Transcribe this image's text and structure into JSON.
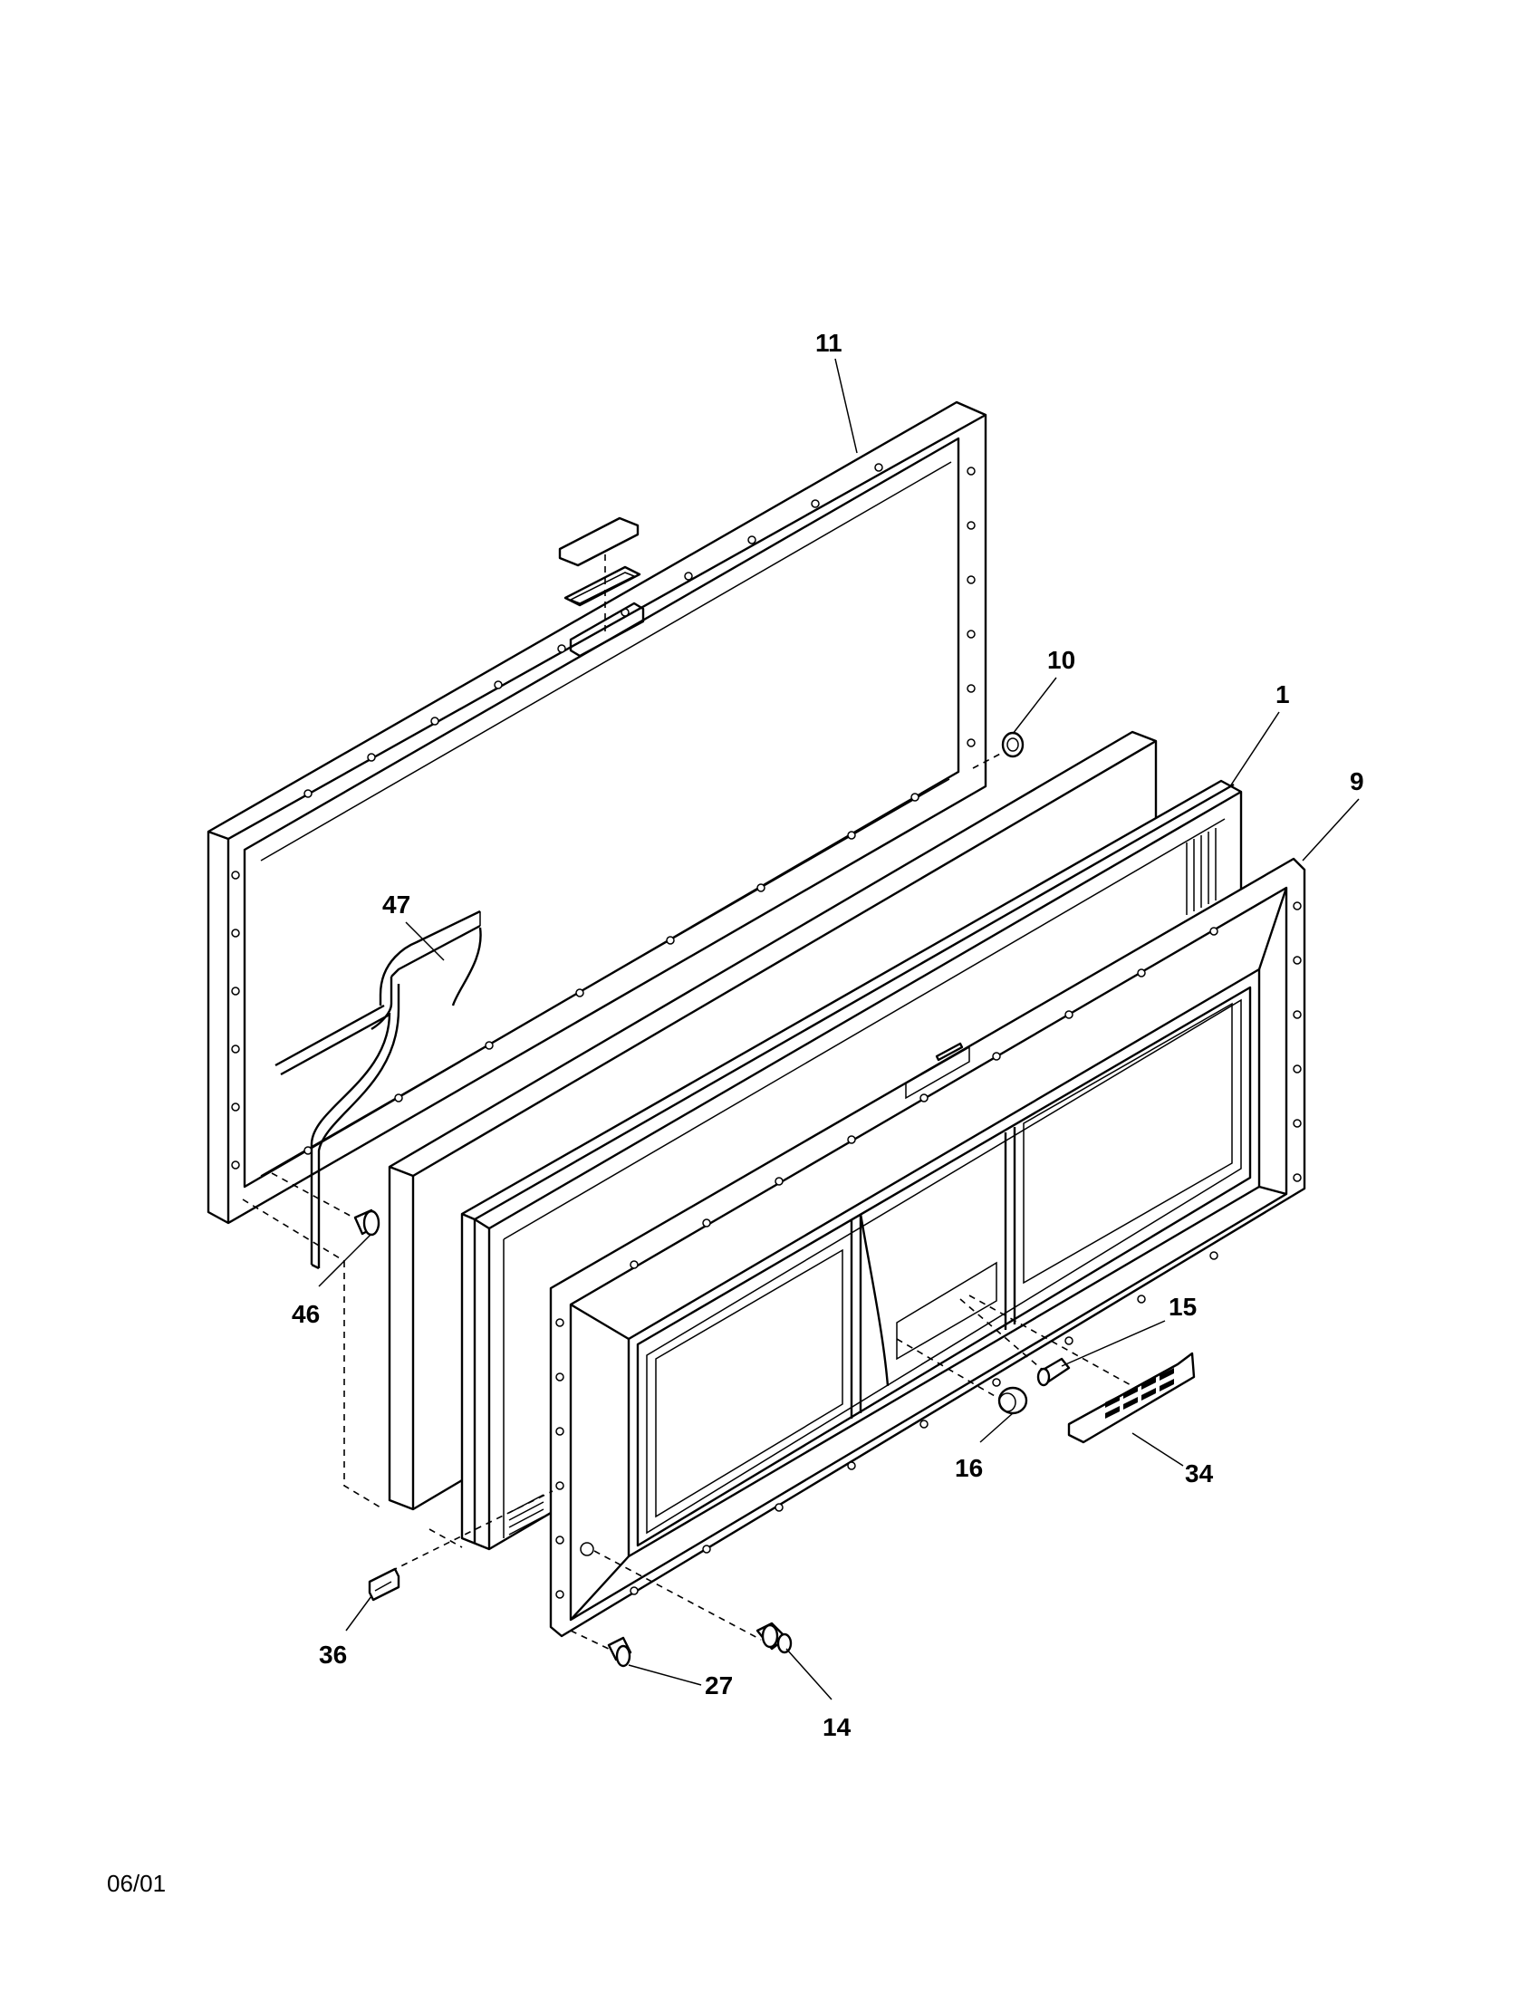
{
  "diagram": {
    "callouts": [
      {
        "id": "11",
        "label": "11"
      },
      {
        "id": "10",
        "label": "10"
      },
      {
        "id": "1",
        "label": "1"
      },
      {
        "id": "9",
        "label": "9"
      },
      {
        "id": "47",
        "label": "47"
      },
      {
        "id": "46",
        "label": "46"
      },
      {
        "id": "15",
        "label": "15"
      },
      {
        "id": "16",
        "label": "16"
      },
      {
        "id": "34",
        "label": "34"
      },
      {
        "id": "36",
        "label": "36"
      },
      {
        "id": "27",
        "label": "27"
      },
      {
        "id": "14",
        "label": "14"
      }
    ]
  },
  "footer": {
    "date": "06/01"
  }
}
